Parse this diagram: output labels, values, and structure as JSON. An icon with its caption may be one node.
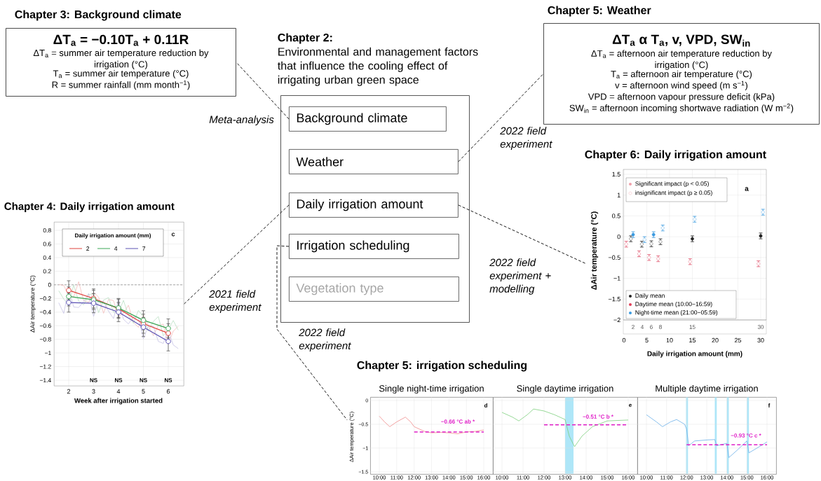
{
  "diagram": {
    "nodes": [
      {
        "text": [
          "Chapter 2:",
          "Environmental and management factors that influence the cooling effect of irrigating urban green space"
        ]
      },
      {
        "text": [
          "Background climate"
        ],
        "in": 0
      },
      {
        "text": [
          "Weather"
        ],
        "in": 0
      },
      {
        "text": [
          "Daily irrigation amount"
        ],
        "in": 0
      },
      {
        "text": [
          "Irrigation scheduling"
        ],
        "in": 0
      },
      {
        "text": [
          "Vegetation type"
        ],
        "in": 0
      },
      {
        "text": [
          "Chapter 3: Background climate",
          "ΔT$_{a}$ = −0.10T$_{a}$ + 0.11R",
          "ΔT$_{a}$ = summer air temperature reduction by irrigation (°C)",
          "T$_{a}$ = summer air temperature (°C)",
          "R = summer rainfall (mm month$^{−1}$)"
        ]
      },
      {
        "text": [
          "Chapter 5: Weather",
          "ΔT$_{a}$ α T$_{a}$, v, VPD, SW$_{in}$",
          "ΔT$_{a}$ = afternoon air temperature reduction by irrigation (°C)",
          "T$_{a}$ = afternoon air temperature (°C)",
          "v = afternoon wind speed (m s$^{−1}$)",
          "VPD = afternoon vapour pressure deficit (kPa)",
          "SW$_{in}$ = afternoon incoming shortwave radiation (W m$^{−2}$)"
        ]
      },
      {
        "text": [
          "Chapter 4: Daily irrigation amount"
        ]
      },
      {
        "text": [
          "Chapter 6: Daily irrigation amount"
        ]
      },
      {
        "text": [
          "Chapter 5: irrigation scheduling"
        ]
      },
      {
        "text": [
          "Single night-time irrigation"
        ],
        "in": 10
      },
      {
        "text": [
          "Single daytime irrigation"
        ],
        "in": 10
      },
      {
        "text": [
          "Multiple daytime irrigation"
        ],
        "in": 10
      }
    ],
    "edges": [
      {
        "from": 1,
        "to": 6,
        "arrow": "none",
        "style": "dashed",
        "label": "Meta-analysis"
      },
      {
        "from": 2,
        "to": 7,
        "arrow": "none",
        "style": "dashed",
        "label": "2022 field experiment"
      },
      {
        "from": 3,
        "to": 8,
        "arrow": "none",
        "style": "dashed",
        "label": "2021 field experiment"
      },
      {
        "from": 3,
        "to": 9,
        "arrow": "none",
        "style": "dashed",
        "label": "2022 field experiment + modelling"
      },
      {
        "from": 4,
        "to": 10,
        "arrow": "none",
        "style": "dashed",
        "label": "2022 field experiment"
      }
    ],
    "labels": [
      "c",
      "Daily irrigation amount (mm)",
      "0.8",
      "0.6",
      "0.4",
      "0.2",
      "0",
      "−0.2",
      "−0.4",
      "−0.6",
      "−0.8",
      "−1",
      "−1.2",
      "−1.4",
      "NS",
      "NS",
      "NS",
      "NS",
      "2",
      "3",
      "4",
      "5",
      "6",
      "ΔAir temperature (°C)",
      "Week after irrigation started",
      "a",
      "1.5",
      "1",
      "0.5",
      "0",
      "−0.5",
      "−1",
      "−1.5",
      "−2",
      "2",
      "4",
      "6",
      "8",
      "15",
      "30",
      "0",
      "5",
      "10",
      "15",
      "20",
      "25",
      "30",
      "ΔAir temperature (°C)",
      "Daily irrigation amount (mm)",
      "ΔAir temperature (°C)",
      "0",
      "−0.5",
      "−1",
      "−1.5",
      "d",
      "−0.66 °C ab *",
      "10:00",
      "11:00",
      "12:00",
      "13:00",
      "14:00",
      "15:00",
      "16:00",
      "e",
      "−0.51 °C b *",
      "10:00",
      "11:00",
      "12:00",
      "13:00",
      "14:00",
      "15:00",
      "16:00",
      "f",
      "−0.93 °C c *",
      "10:00",
      "11:00",
      "12:00",
      "13:00",
      "14:00",
      "15:00",
      "16:00"
    ],
    "legend": [
      {
        "text": "2"
      },
      {
        "text": "4"
      },
      {
        "text": "7"
      },
      {
        "text": "Significant impact (p < 0.05)",
        "color": "#f0a0aa"
      },
      {
        "text": "insignificant impact (p ≥ 0.05)"
      },
      {
        "text": "Daily mean",
        "color": "#222222"
      },
      {
        "text": "Daytime mean (10:00−16:59)",
        "color": "#e0405a"
      },
      {
        "text": "Night-time mean (21:00−05:59)",
        "color": "#3a9ae0"
      }
    ]
  }
}
